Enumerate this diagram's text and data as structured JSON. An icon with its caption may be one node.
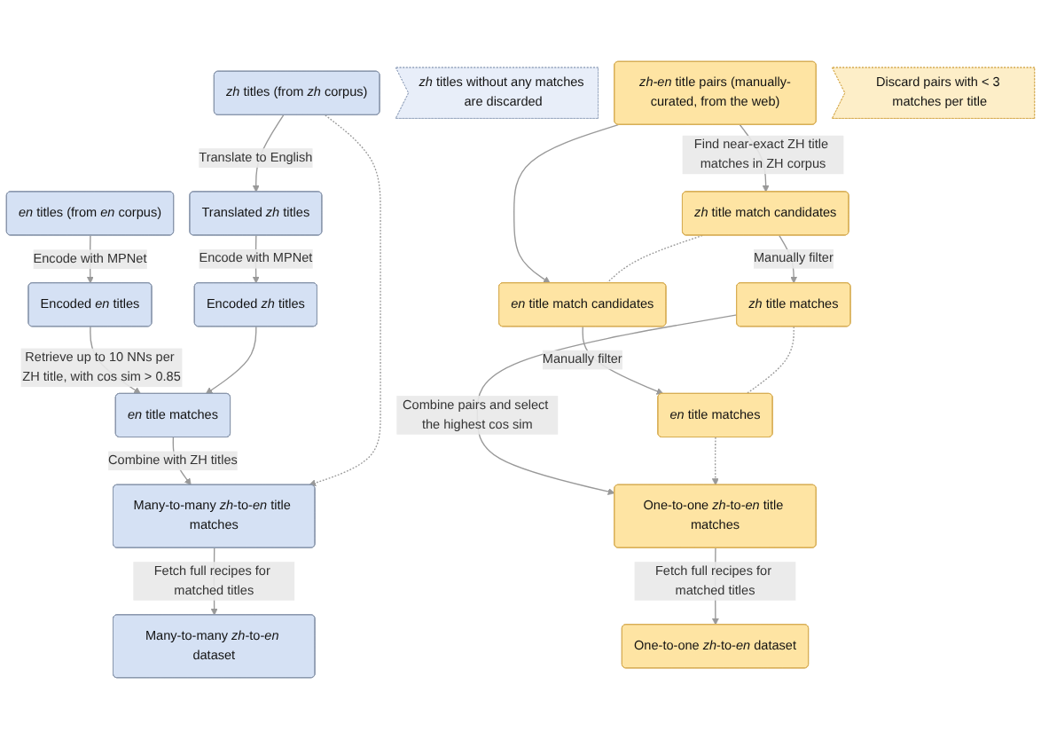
{
  "diagram": {
    "nodes": [
      {
        "text": [
          "*zh* titles (from *zh* corpus)"
        ]
      },
      {
        "text": [
          "*en* titles (from *en* corpus)"
        ]
      },
      {
        "text": [
          "Translated *zh* titles"
        ]
      },
      {
        "text": [
          "Encoded *en* titles"
        ]
      },
      {
        "text": [
          "Encoded *zh* titles"
        ]
      },
      {
        "text": [
          "*en* title matches"
        ]
      },
      {
        "text": [
          "*zh* titles without any matches are discarded"
        ]
      },
      {
        "text": [
          "Many-to-many *zh*-to-*en* title matches"
        ]
      },
      {
        "text": [
          "Many-to-many *zh*-to-*en* dataset"
        ]
      },
      {
        "text": [
          "*zh-en* title pairs (manually-curated, from the web)"
        ]
      },
      {
        "text": [
          "*zh* title match candidates"
        ]
      },
      {
        "text": [
          "*en* title match candidates"
        ]
      },
      {
        "text": [
          "*zh* title matches"
        ]
      },
      {
        "text": [
          "*en* title matches"
        ]
      },
      {
        "text": [
          "Discard pairs with < 3 matches per title"
        ]
      },
      {
        "text": [
          "One-to-one *zh*-to-*en* title matches"
        ]
      },
      {
        "text": [
          "One-to-one *zh*-to-*en* dataset"
        ]
      }
    ],
    "edges": [
      {
        "from": 0,
        "to": 2,
        "arrow": "to",
        "label": "Translate to English"
      },
      {
        "from": 2,
        "to": 4,
        "arrow": "to",
        "label": "Encode with MPNet"
      },
      {
        "from": 1,
        "to": 3,
        "arrow": "to",
        "label": "Encode with MPNet"
      },
      {
        "from": 3,
        "to": 5,
        "arrow": "to",
        "label": "Retrieve up to 10 NNs per ZH title, with cos sim > 0.85"
      },
      {
        "from": 4,
        "to": 5,
        "arrow": "to"
      },
      {
        "from": 5,
        "to": 7,
        "arrow": "to",
        "label": "Combine with ZH titles"
      },
      {
        "from": 0,
        "to": 7,
        "arrow": "to",
        "style": "dashed"
      },
      {
        "from": 7,
        "to": 8,
        "arrow": "to",
        "label": "Fetch full recipes for matched titles"
      },
      {
        "from": 9,
        "to": 10,
        "arrow": "to",
        "label": "Find near-exact ZH title matches in ZH corpus"
      },
      {
        "from": 9,
        "to": 11,
        "arrow": "to"
      },
      {
        "from": 10,
        "to": 11,
        "arrow": "none",
        "style": "dashed"
      },
      {
        "from": 10,
        "to": 12,
        "arrow": "to",
        "label": "Manually filter"
      },
      {
        "from": 11,
        "to": 13,
        "arrow": "to",
        "label": "Manually filter"
      },
      {
        "from": 12,
        "to": 13,
        "arrow": "none",
        "style": "dashed"
      },
      {
        "from": 12,
        "to": 15,
        "arrow": "to",
        "label": "Combine pairs and select the highest cos sim"
      },
      {
        "from": 13,
        "to": 15,
        "arrow": "to",
        "style": "dashed"
      },
      {
        "from": 15,
        "to": 16,
        "arrow": "to",
        "label": "Fetch full recipes for matched titles"
      }
    ]
  }
}
